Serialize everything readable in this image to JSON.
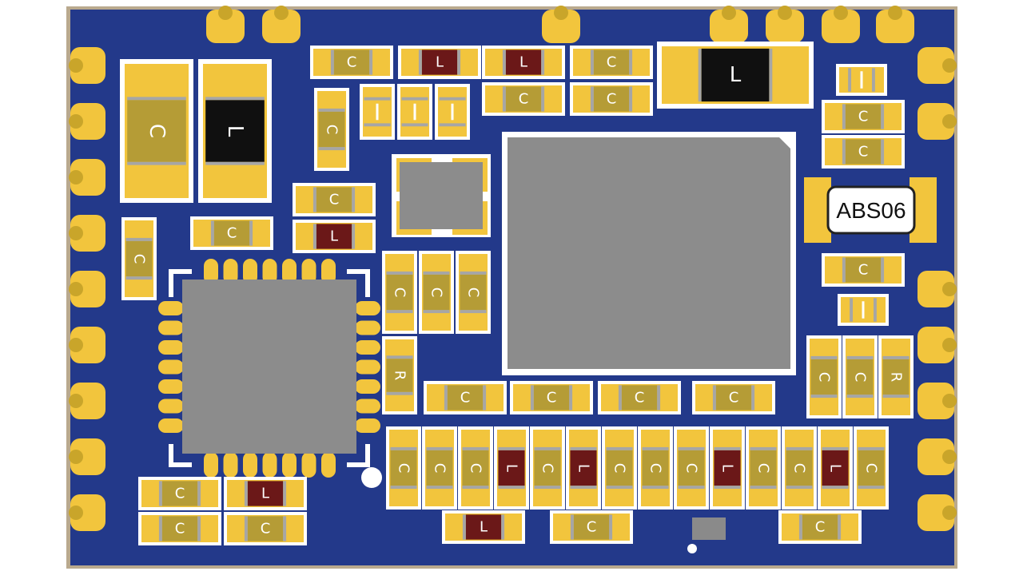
{
  "board": {
    "colors": {
      "substrate": "#23398a",
      "edge": "#b9a98e",
      "pad": "#f2c53d",
      "pad_dark": "#c9a52a",
      "silkscreen": "#ffffff",
      "chip": "#8c8c8c",
      "inductor_small": "#6b1818",
      "inductor_large": "#101010",
      "ceramic": "#b59c36"
    },
    "component_marks": {
      "capacitor": "C",
      "inductor": "L",
      "resistor": "R"
    },
    "crystal_label": "ABS06"
  }
}
